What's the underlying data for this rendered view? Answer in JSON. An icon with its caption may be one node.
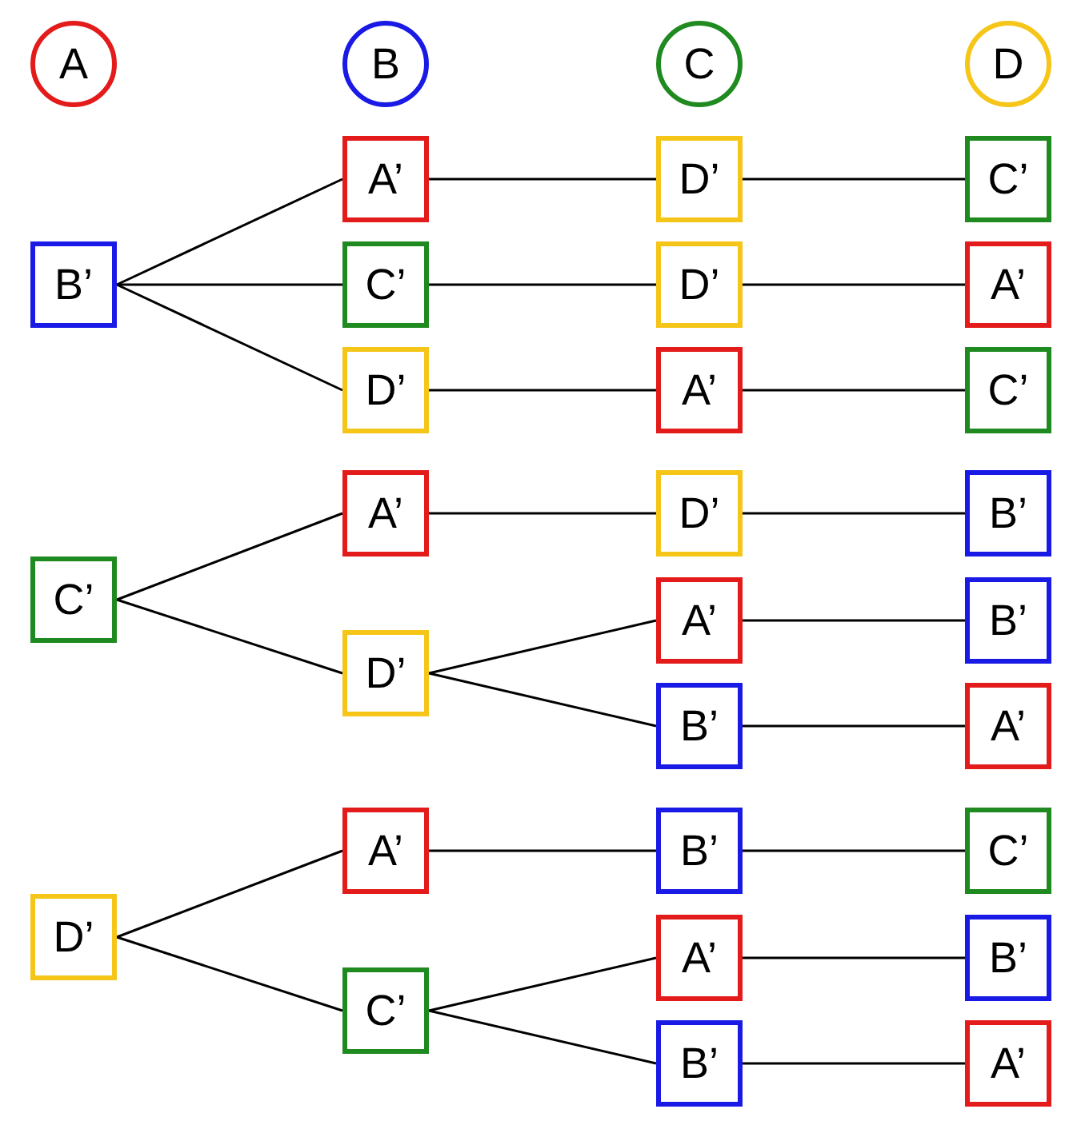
{
  "diagram": {
    "nodes": [
      {
        "text": [
          "A"
        ]
      },
      {
        "text": [
          "B"
        ]
      },
      {
        "text": [
          "C"
        ]
      },
      {
        "text": [
          "D"
        ]
      },
      {
        "text": [
          "A’"
        ]
      },
      {
        "text": [
          "D’"
        ]
      },
      {
        "text": [
          "C’"
        ]
      },
      {
        "text": [
          "B’"
        ]
      },
      {
        "text": [
          "C’"
        ]
      },
      {
        "text": [
          "D’"
        ]
      },
      {
        "text": [
          "A’"
        ]
      },
      {
        "text": [
          "D’"
        ]
      },
      {
        "text": [
          "A’"
        ]
      },
      {
        "text": [
          "C’"
        ]
      },
      {
        "text": [
          "A’"
        ]
      },
      {
        "text": [
          "D’"
        ]
      },
      {
        "text": [
          "B’"
        ]
      },
      {
        "text": [
          "C’"
        ]
      },
      {
        "text": [
          "A’"
        ]
      },
      {
        "text": [
          "B’"
        ]
      },
      {
        "text": [
          "D’"
        ]
      },
      {
        "text": [
          "B’"
        ]
      },
      {
        "text": [
          "A’"
        ]
      },
      {
        "text": [
          "A’"
        ]
      },
      {
        "text": [
          "B’"
        ]
      },
      {
        "text": [
          "C’"
        ]
      },
      {
        "text": [
          "D’"
        ]
      },
      {
        "text": [
          "A’"
        ]
      },
      {
        "text": [
          "B’"
        ]
      },
      {
        "text": [
          "C’"
        ]
      },
      {
        "text": [
          "B’"
        ]
      },
      {
        "text": [
          "A’"
        ]
      }
    ],
    "edges": [
      {
        "from": 7,
        "to": 4,
        "arrow": "none"
      },
      {
        "from": 7,
        "to": 8,
        "arrow": "none"
      },
      {
        "from": 7,
        "to": 11,
        "arrow": "none"
      },
      {
        "from": 4,
        "to": 5,
        "arrow": "none"
      },
      {
        "from": 5,
        "to": 6,
        "arrow": "none"
      },
      {
        "from": 8,
        "to": 9,
        "arrow": "none"
      },
      {
        "from": 9,
        "to": 10,
        "arrow": "none"
      },
      {
        "from": 11,
        "to": 12,
        "arrow": "none"
      },
      {
        "from": 12,
        "to": 13,
        "arrow": "none"
      },
      {
        "from": 17,
        "to": 14,
        "arrow": "none"
      },
      {
        "from": 17,
        "to": 20,
        "arrow": "none"
      },
      {
        "from": 14,
        "to": 15,
        "arrow": "none"
      },
      {
        "from": 15,
        "to": 16,
        "arrow": "none"
      },
      {
        "from": 20,
        "to": 18,
        "arrow": "none"
      },
      {
        "from": 20,
        "to": 21,
        "arrow": "none"
      },
      {
        "from": 18,
        "to": 19,
        "arrow": "none"
      },
      {
        "from": 21,
        "to": 22,
        "arrow": "none"
      },
      {
        "from": 26,
        "to": 23,
        "arrow": "none"
      },
      {
        "from": 26,
        "to": 29,
        "arrow": "none"
      },
      {
        "from": 23,
        "to": 24,
        "arrow": "none"
      },
      {
        "from": 24,
        "to": 25,
        "arrow": "none"
      },
      {
        "from": 29,
        "to": 27,
        "arrow": "none"
      },
      {
        "from": 29,
        "to": 30,
        "arrow": "none"
      },
      {
        "from": 27,
        "to": 28,
        "arrow": "none"
      },
      {
        "from": 30,
        "to": 31,
        "arrow": "none"
      }
    ]
  }
}
